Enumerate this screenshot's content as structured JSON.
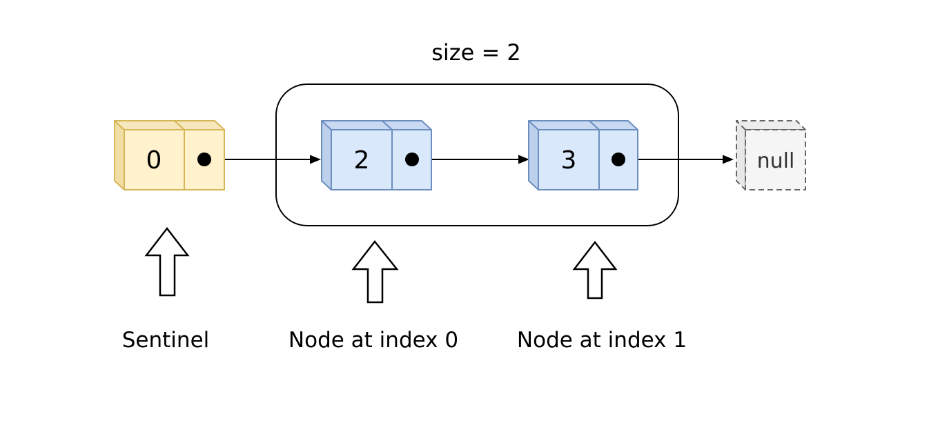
{
  "diagram": {
    "title": "size = 2",
    "sentinel": {
      "value": "0",
      "label": "Sentinel"
    },
    "nodes": [
      {
        "value": "2",
        "label": "Node at index 0"
      },
      {
        "value": "3",
        "label": "Node at index 1"
      }
    ],
    "terminator": {
      "label": "null"
    },
    "colors": {
      "sentinel_fill": "#FFF2CC",
      "sentinel_fill_top": "#F6E8BC",
      "sentinel_fill_side": "#F0DEA6",
      "sentinel_border": "#D6B656",
      "node_fill": "#DAE8FC",
      "node_fill_top": "#C9D9F2",
      "node_fill_side": "#BDD0EC",
      "node_border": "#6C8EBF",
      "terminator_fill": "#F5F5F5",
      "terminator_fill_top": "#EDEDED",
      "terminator_fill_side": "#E8E8E8",
      "terminator_border": "#666666",
      "line": "#000000"
    }
  }
}
